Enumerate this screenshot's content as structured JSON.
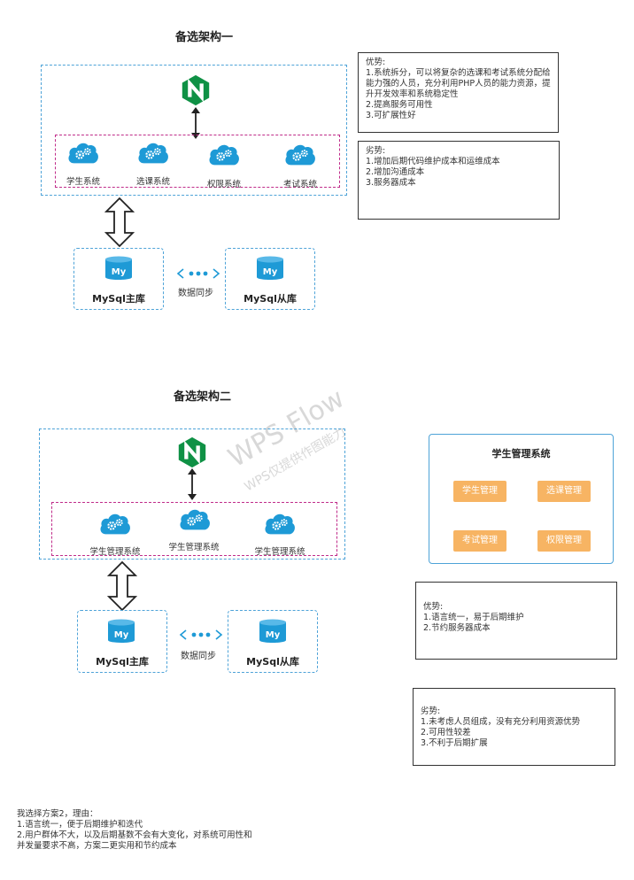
{
  "arch1": {
    "title": "备选架构一",
    "services": [
      "学生系统",
      "选课系统",
      "权限系统",
      "考试系统"
    ],
    "db_master": "MySql主库",
    "db_slave": "MySql从库",
    "sync": "数据同步",
    "pros": "优势:\n1.系统拆分，可以将复杂的选课和考试系统分配给能力强的人员，充分利用PHP人员的能力资源，提升开发效率和系统稳定性\n2.提高服务可用性\n3.可扩展性好",
    "cons": "劣势:\n1.增加后期代码维护成本和运维成本\n2.增加沟通成本\n3.服务器成本"
  },
  "arch2": {
    "title": "备选架构二",
    "services": [
      "学生管理系统",
      "学生管理系统",
      "学生管理系统"
    ],
    "db_master": "MySql主库",
    "db_slave": "MySql从库",
    "sync": "数据同步",
    "panel_title": "学生管理系统",
    "modules": [
      "学生管理",
      "选课管理",
      "考试管理",
      "权限管理"
    ],
    "pros": "优势:\n1.语言统一，易于后期维护\n2.节约服务器成本",
    "cons": "劣势:\n1.未考虑人员组成，没有充分利用资源优势\n2.可用性较差\n3.不利于后期扩展"
  },
  "watermark": {
    "line1": "WPS Flow",
    "line2": "WPS仅提供作图能力"
  },
  "conclusion": "我选择方案2，理由：\n1.语言统一，便于后期维护和迭代\n2.用户群体不大，以及后期基数不会有大变化，对系统可用性和并发量要求不高，方案二更实用和节约成本",
  "colors": {
    "nginx": "#0f9145",
    "cloud": "#1e9ad6",
    "db": "#1e9ad6",
    "module": "#f7b463",
    "pink": "#c02c8a",
    "blue": "#4ea3d8"
  },
  "icons": [
    "nginx-icon",
    "cloud-gear-icon",
    "mysql-db-icon",
    "sync-arrows-icon",
    "bidirectional-arrow-icon",
    "hollow-double-arrow-icon"
  ]
}
